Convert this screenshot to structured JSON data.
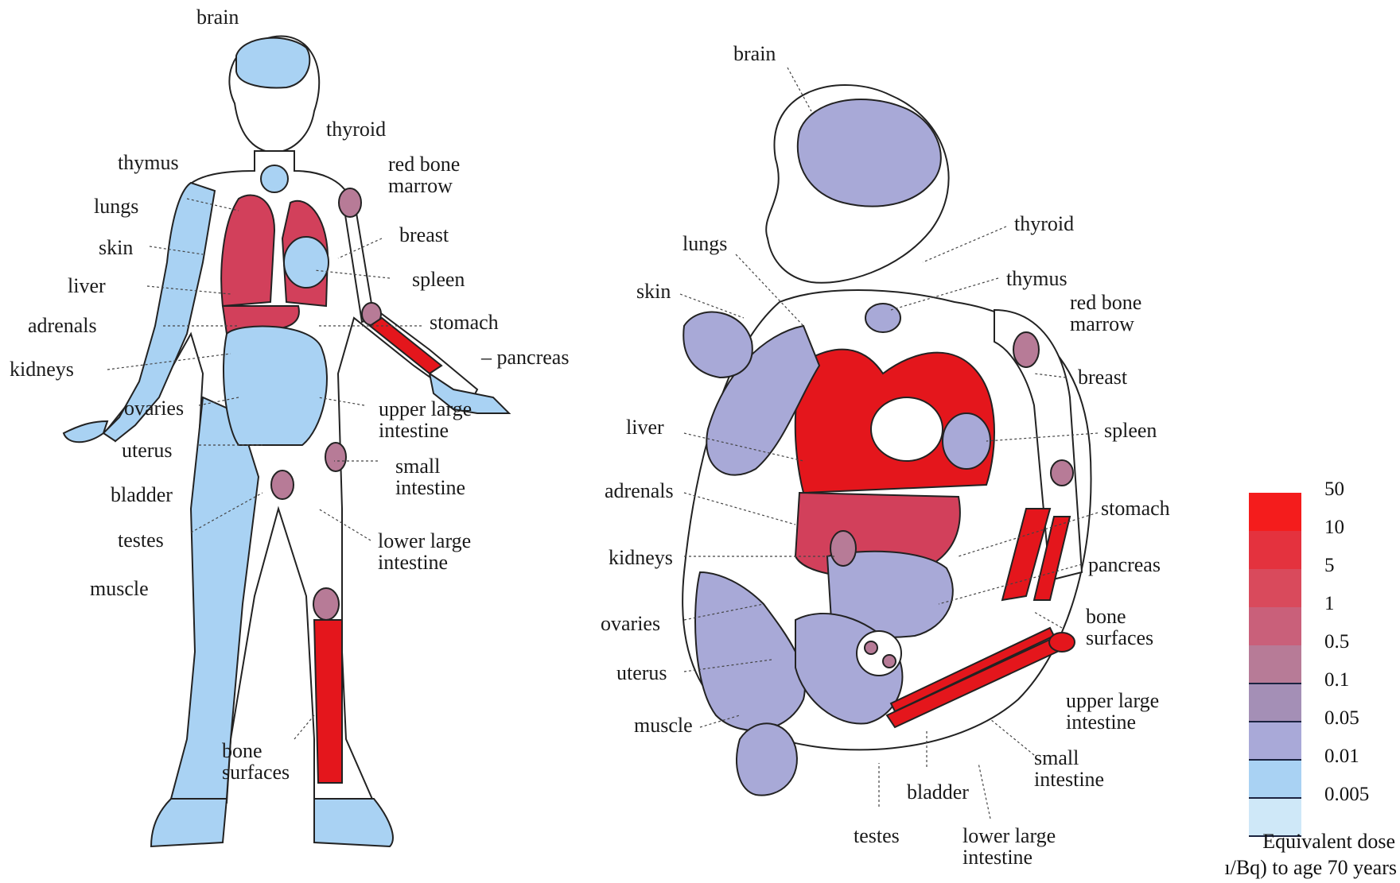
{
  "colors": {
    "adult_body": "#a9d2f3",
    "infant_body": "#a8a9d7",
    "high_dose": "#e4161c",
    "mid_dose": "#d2405b",
    "low_red": "#b77b97",
    "outline": "#222222"
  },
  "adult": {
    "labels": {
      "brain": "brain",
      "thyroid": "thyroid",
      "thymus": "thymus",
      "red_bone_marrow": "red bone\nmarrow",
      "lungs": "lungs",
      "breast": "breast",
      "skin": "skin",
      "spleen": "spleen",
      "liver": "liver",
      "adrenals": "adrenals",
      "stomach": "stomach",
      "kidneys": "kidneys",
      "pancreas": "– pancreas",
      "ovaries": "ovaries",
      "upper_large_intestine": "upper large\nintestine",
      "uterus": "uterus",
      "small_intestine": "small\nintestine",
      "bladder": "bladder",
      "testes": "testes",
      "lower_large_intestine": "lower large\nintestine",
      "muscle": "muscle",
      "bone_surfaces": "bone\nsurfaces"
    }
  },
  "infant": {
    "labels": {
      "brain": "brain",
      "thyroid": "thyroid",
      "lungs": "lungs",
      "thymus": "thymus",
      "skin": "skin",
      "red_bone_marrow": "red bone\nmarrow",
      "breast": "breast",
      "liver": "liver",
      "spleen": "spleen",
      "adrenals": "adrenals",
      "stomach": "stomach",
      "kidneys": "kidneys",
      "pancreas": "pancreas",
      "bone_surfaces": "bone\nsurfaces",
      "ovaries": "ovaries",
      "uterus": "uterus",
      "upper_large_intestine": "upper large\nintestine",
      "muscle": "muscle",
      "small_intestine": "small\nintestine",
      "bladder": "bladder",
      "testes": "testes",
      "lower_large_intestine": "lower large\nintestine"
    }
  },
  "legend": {
    "values": [
      "50",
      "10",
      "5",
      "1",
      "0.5",
      "0.1",
      "0.05",
      "0.01",
      "0.005"
    ],
    "band_colors": [
      "#f41c1c",
      "#e4323e",
      "#d94a5c",
      "#c9607a",
      "#b77b97",
      "#a48fb6",
      "#a9a9d8",
      "#a9d2f3",
      "#cfe8f8"
    ],
    "caption_line1": "Equivalent dose",
    "caption_line2": "ı/Bq) to age 70 years"
  }
}
